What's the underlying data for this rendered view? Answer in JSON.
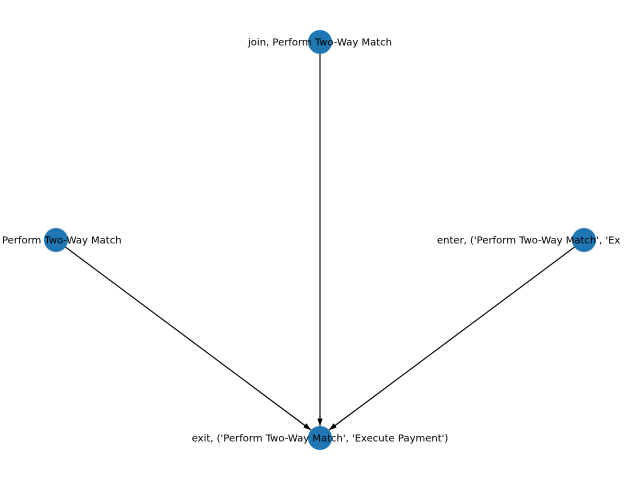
{
  "graph": {
    "node_color": "#1f77b4",
    "edge_color": "#000000",
    "nodes": [
      {
        "id": "join",
        "label": "join, Perform Two-Way Match"
      },
      {
        "id": "left",
        "label": "Perform Two-Way Match"
      },
      {
        "id": "enter",
        "label": "enter, ('Perform Two-Way Match', 'Ex"
      },
      {
        "id": "exit",
        "label": "exit, ('Perform Two-Way Match', 'Execute Payment')"
      }
    ],
    "edges": [
      {
        "from": "join",
        "to": "exit"
      },
      {
        "from": "left",
        "to": "exit"
      },
      {
        "from": "enter",
        "to": "exit"
      }
    ]
  }
}
